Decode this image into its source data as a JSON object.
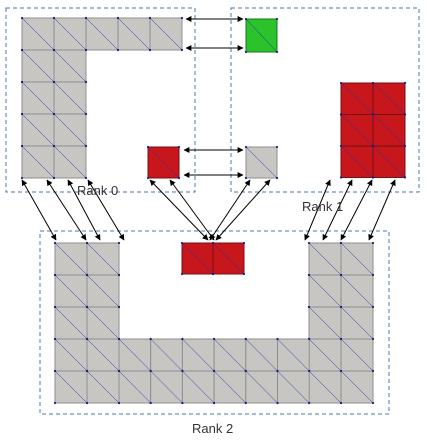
{
  "labels": {
    "rank0": "Rank 0",
    "rank1": "Rank 1",
    "rank2": "Rank 2"
  },
  "colors": {
    "cell_fill": "#c8c6c2",
    "cell_edge": "#8f8f8f",
    "diagonal": "#1d2fa0",
    "vertex": "#16208a",
    "red": "#c8161d",
    "red_dark": "#7a0f14",
    "green": "#2cc22c",
    "green_dark": "#157815",
    "border_dash": "#4c78a8",
    "arrow": "#000000"
  }
}
